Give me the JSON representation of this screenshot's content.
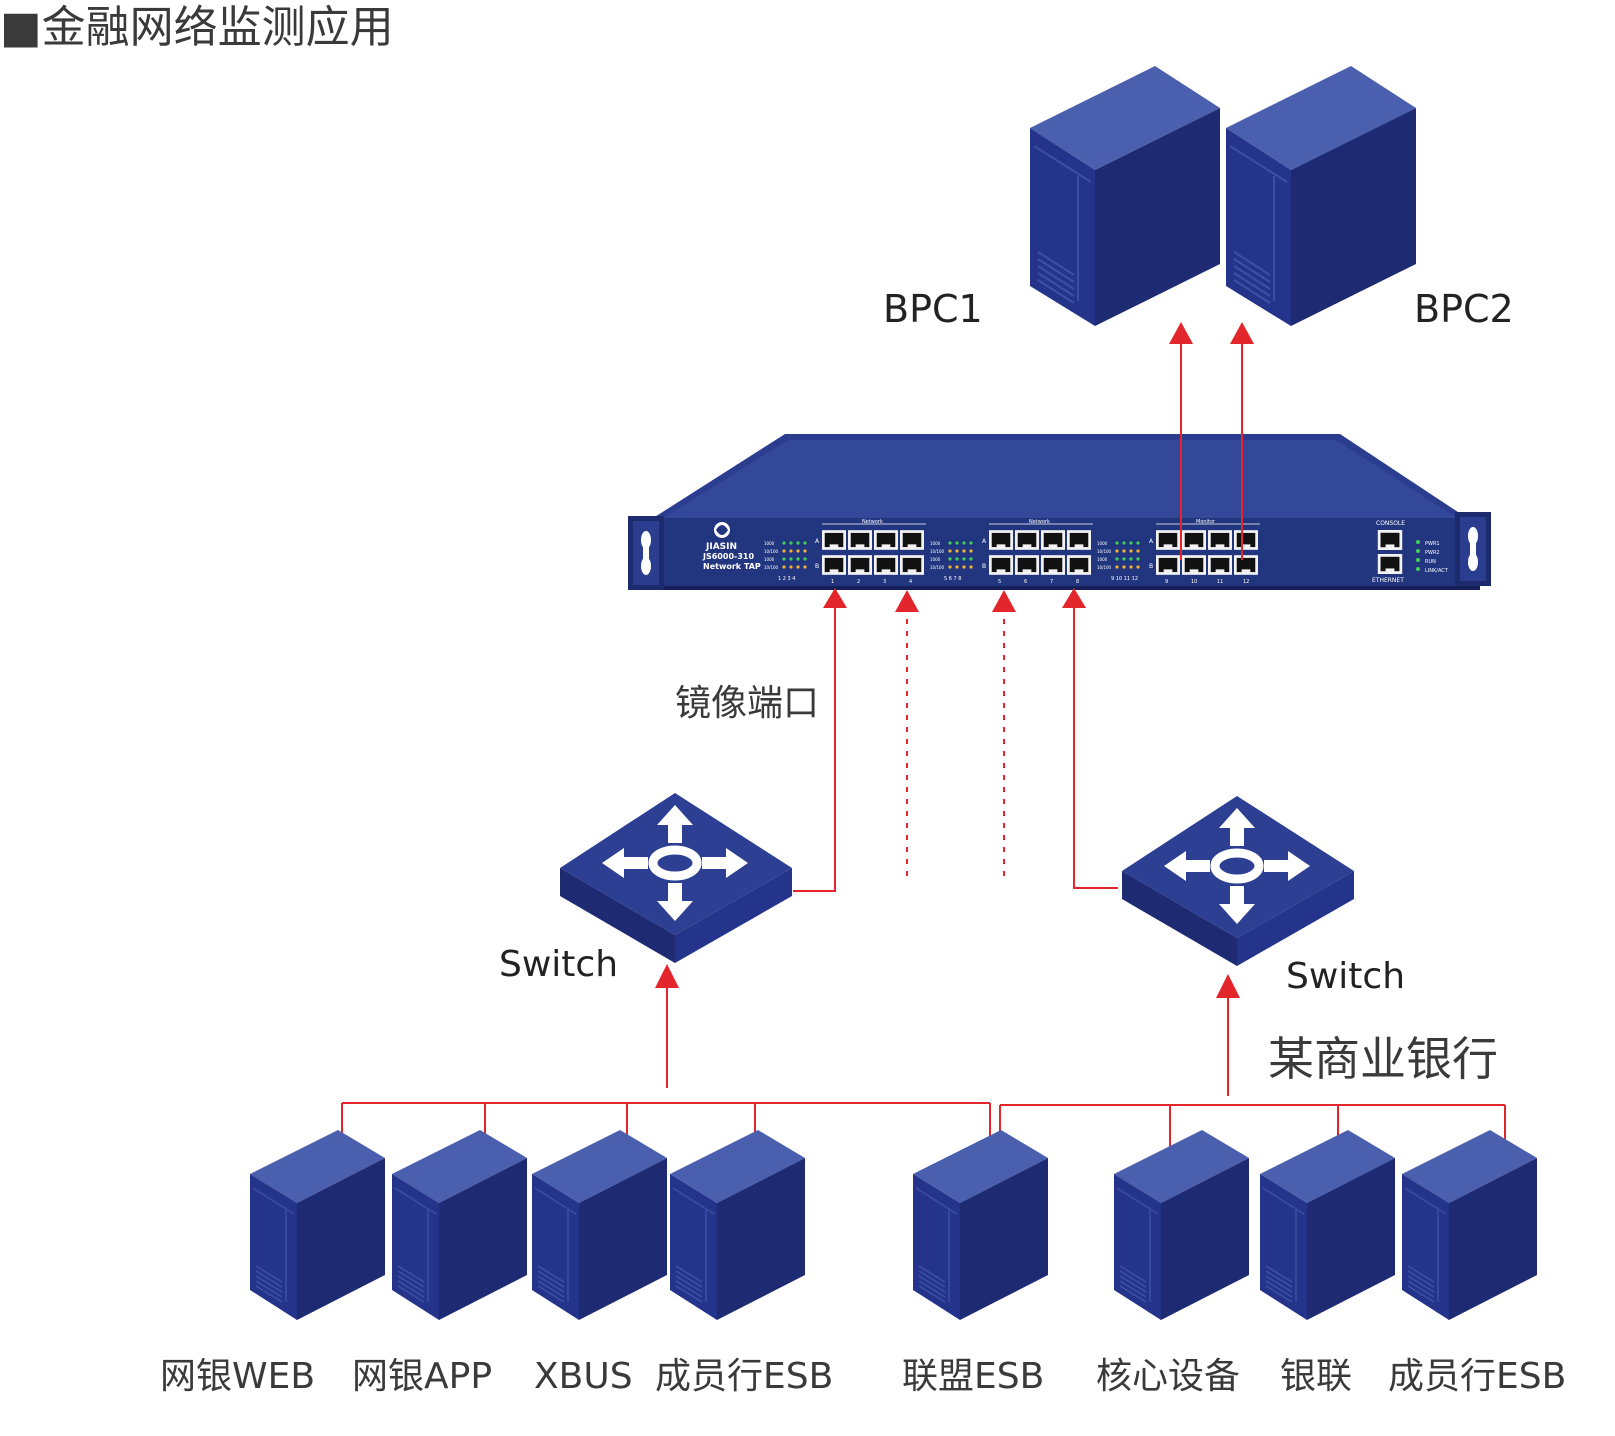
{
  "title": "■金融网络监测应用",
  "bpc_labels": [
    "BPC1",
    "BPC2"
  ],
  "tap": {
    "brand": "JIASIN",
    "model": "JS6000-310",
    "type": "Network TAP",
    "group_labels": [
      "Network",
      "Network",
      "Monitor"
    ],
    "console_label": "CONSOLE",
    "ethernet_label": "ETHERNET",
    "status_leds": [
      "PWR1",
      "PWR2",
      "RUN",
      "LINK/ACT"
    ],
    "speed_labels": [
      "1000",
      "10/100",
      "1000",
      "10/100"
    ],
    "row_a": "A",
    "row_b": "B",
    "port_numbers": [
      "1",
      "2",
      "3",
      "4",
      "5",
      "6",
      "7",
      "8",
      "9",
      "10",
      "11",
      "12"
    ],
    "led_numbers": [
      "1 2 3 4",
      "5 6 7 8",
      "9 10 11 12"
    ]
  },
  "mirror_port_label": "镜像端口",
  "switch_labels": [
    "Switch",
    "Switch"
  ],
  "bank_label": "某商业银行",
  "server_labels": [
    "网银WEB",
    "网银APP",
    "XBUS",
    "成员行ESB",
    "联盟ESB",
    "核心设备",
    "银联",
    "成员行ESB"
  ],
  "colors": {
    "device_blue": "#2a3d8f",
    "device_dark": "#1e2b73",
    "device_light": "#4a5fae",
    "link_red": "#e3262c",
    "text": "#3a3a3a"
  }
}
